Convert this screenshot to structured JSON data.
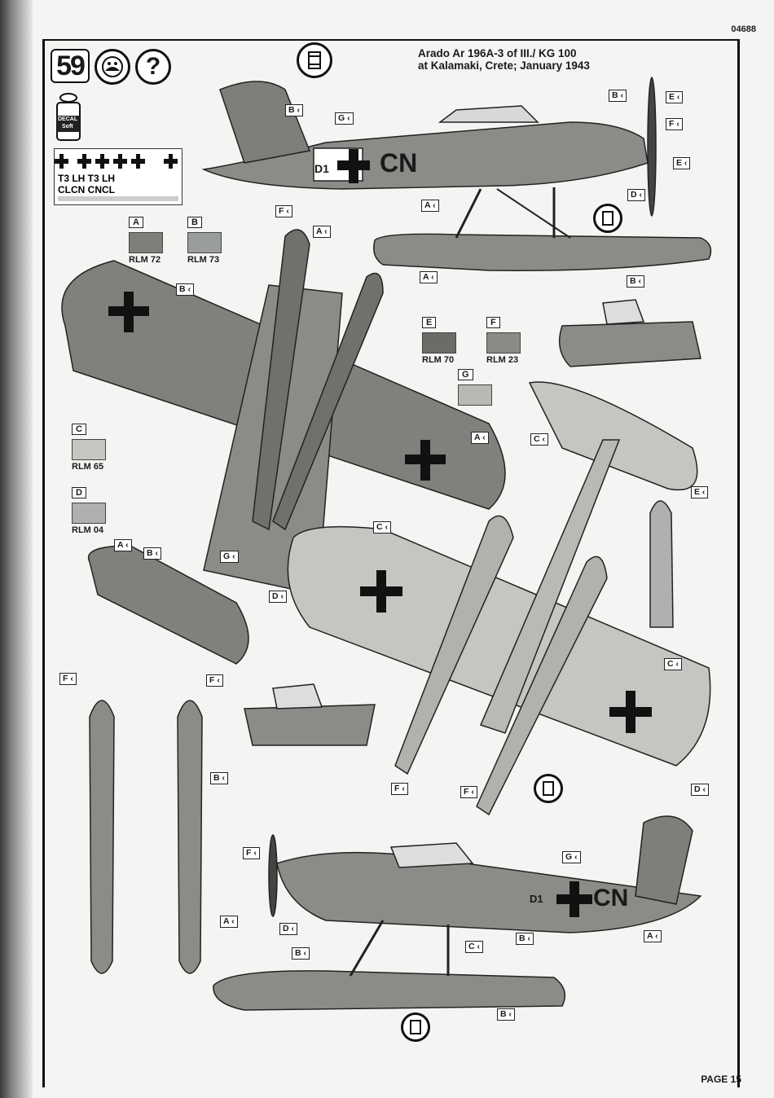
{
  "header": {
    "code": "04688",
    "step": "59",
    "title_line1": "Arado Ar 196A-3 of III./ KG 100",
    "title_line2": "at Kalamaki, Crete; January 1943",
    "help_symbol": "?"
  },
  "decal": {
    "pot_label1": "DECAL",
    "pot_label2": "Soft"
  },
  "colors": {
    "rlm72": "#7d7f7b",
    "rlm73": "#9a9e9a",
    "rlm70": "#6a6c68",
    "rlm23": "#8c8a86",
    "rlm65": "#c4c6c2",
    "rlm04": "#b0b1ae",
    "accent": "#111111"
  },
  "swatches": [
    {
      "letter": "A",
      "name": "RLM 72"
    },
    {
      "letter": "B",
      "name": "RLM 73"
    },
    {
      "letter": "E",
      "name": "RLM 70"
    },
    {
      "letter": "F",
      "name": "RLM 23"
    },
    {
      "letter": "G",
      "name": ""
    },
    {
      "letter": "C",
      "name": "RLM 65"
    },
    {
      "letter": "D",
      "name": "RLM 04"
    }
  ],
  "aircraft_code_top": "D1",
  "aircraft_letters": "CN",
  "footer": {
    "page": "PAGE 15"
  }
}
